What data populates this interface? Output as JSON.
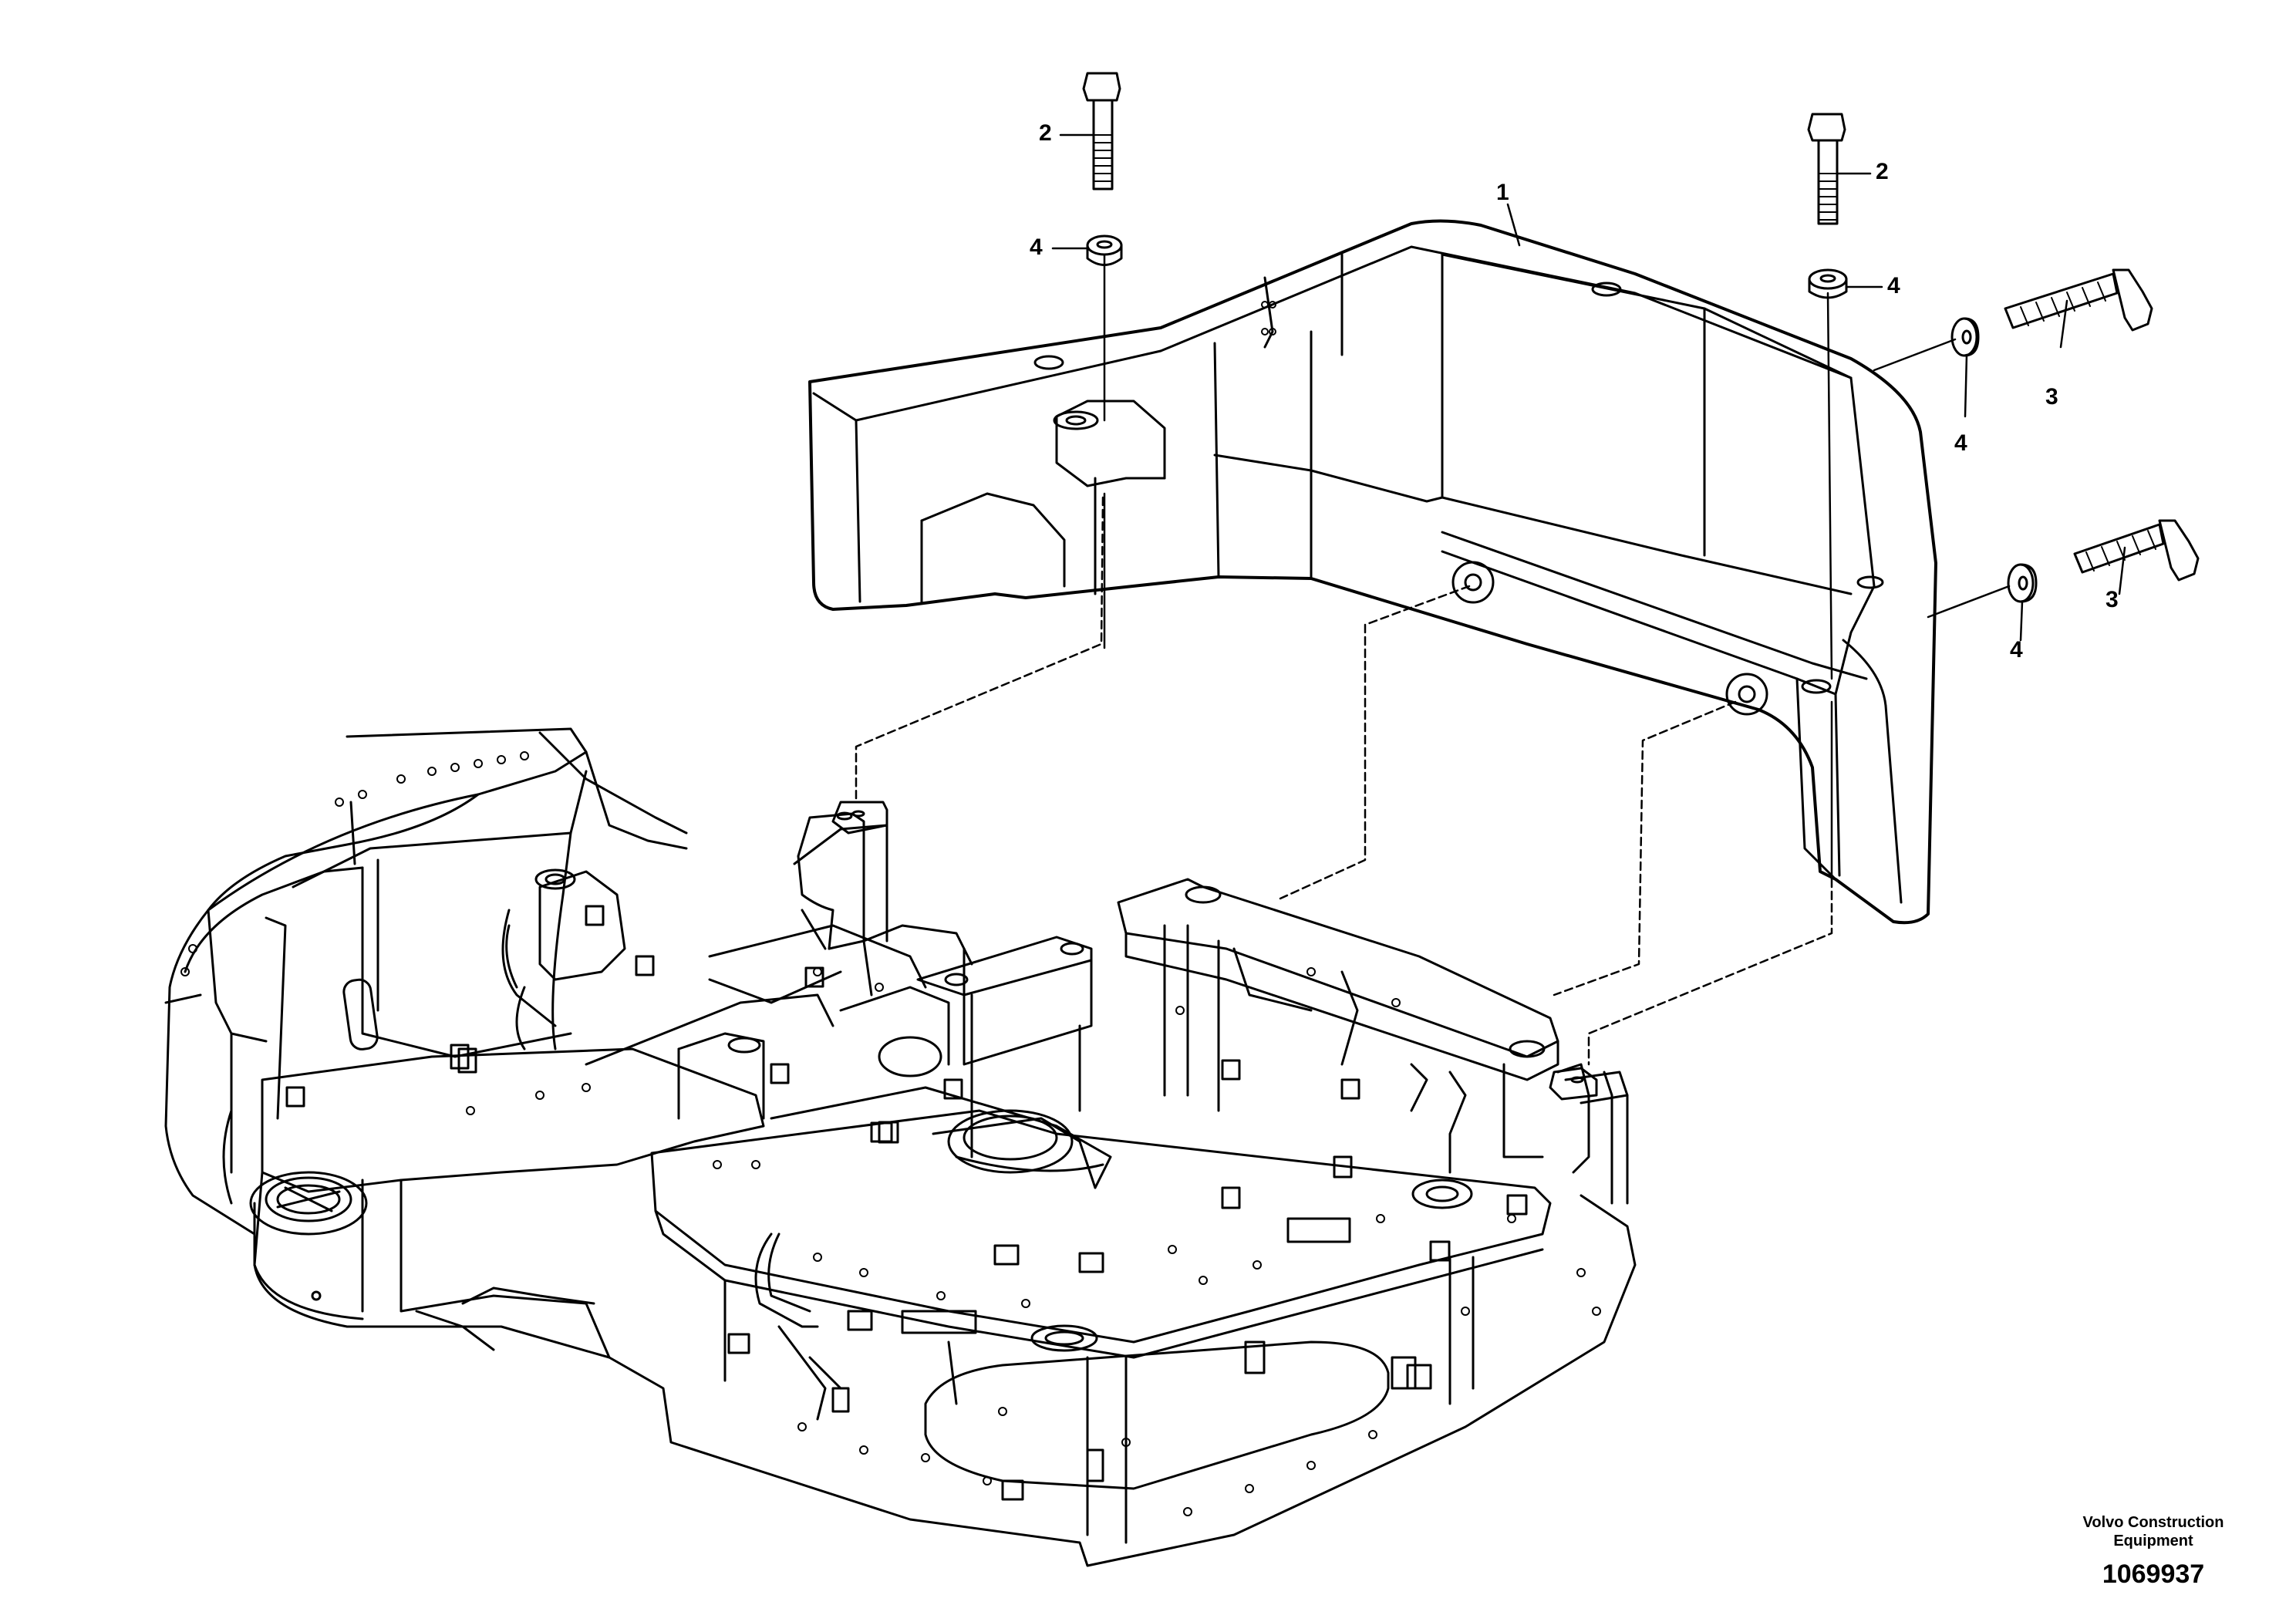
{
  "callouts": [
    {
      "id": "c2a",
      "label": "2"
    },
    {
      "id": "c4a",
      "label": "4"
    },
    {
      "id": "c1",
      "label": "1"
    },
    {
      "id": "c2b",
      "label": "2"
    },
    {
      "id": "c4b",
      "label": "4"
    },
    {
      "id": "c3a",
      "label": "3"
    },
    {
      "id": "c4c",
      "label": "4"
    },
    {
      "id": "c3b",
      "label": "3"
    },
    {
      "id": "c4d",
      "label": "4"
    }
  ],
  "footer": {
    "brand_line1": "Volvo Construction",
    "brand_line2": "Equipment",
    "drawing_number": "1069937"
  }
}
